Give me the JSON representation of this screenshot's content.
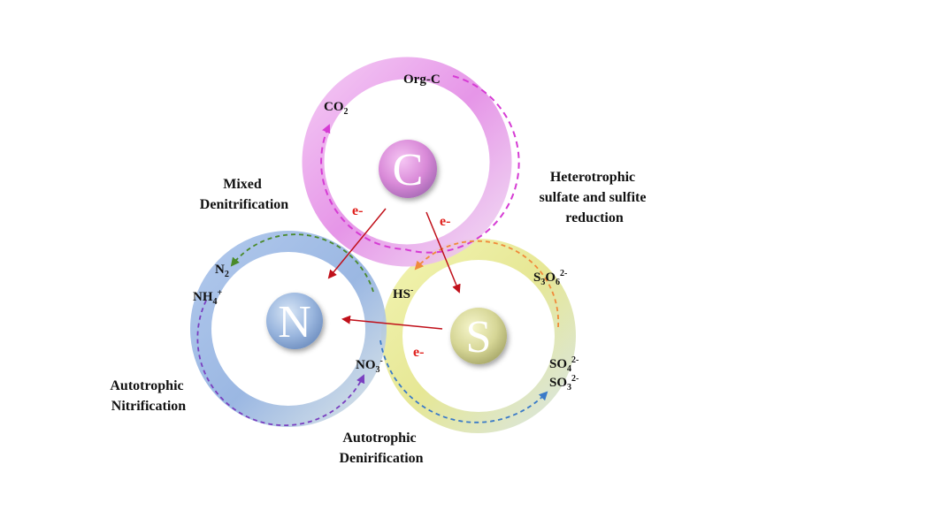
{
  "cycles": {
    "carbon": {
      "symbol": "C",
      "color": "#e58ae6"
    },
    "nitrogen": {
      "symbol": "N",
      "color": "#8fb0e2"
    },
    "sulfur": {
      "symbol": "S",
      "color": "#dfe08a"
    }
  },
  "species": {
    "org_c": "Org-C",
    "co2": {
      "base": "CO",
      "sub": "2"
    },
    "n2": {
      "base": "N",
      "sub": "2"
    },
    "nh4": {
      "base": "NH",
      "sub": "4",
      "sup": "+"
    },
    "no3": {
      "base": "NO",
      "sub": "3",
      "sup": "-"
    },
    "hs": {
      "base": "HS",
      "sup": "-"
    },
    "s3o6": {
      "base1": "S",
      "sub1": "3",
      "base2": "O",
      "sub2": "6",
      "sup": "2-"
    },
    "so4": {
      "base": "SO",
      "sub": "4",
      "sup": "2-"
    },
    "so3": {
      "base": "SO",
      "sub": "3",
      "sup": "2-"
    }
  },
  "processes": {
    "mixed_denitrification": [
      "Mixed",
      "Denitrification"
    ],
    "heterotrophic_sulfate": [
      "Heterotrophic",
      "sulfate and sulfite",
      "reduction"
    ],
    "autotrophic_nitrification": [
      "Autotrophic",
      "Nitrification"
    ],
    "autotrophic_denitrification": [
      "Autotrophic",
      "Denirification"
    ]
  },
  "electron_label": "e-",
  "colors": {
    "electron_arrow": "#c0101a",
    "carbon_flow": "#d63cd4",
    "nitrification_flow": "#7a3fc0",
    "denitrification_flow": "#4a8a2a",
    "sulfide_flow": "#f08a3a",
    "autotrophic_denit_flow": "#3a7ac8"
  }
}
